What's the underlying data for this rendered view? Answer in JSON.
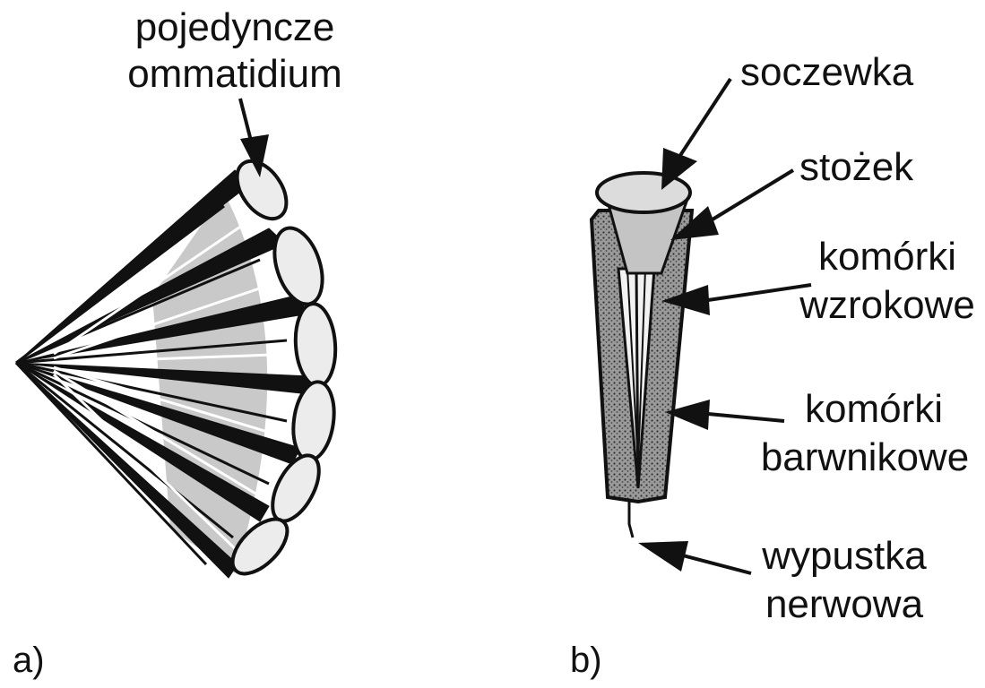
{
  "panel_a": {
    "caption": "a)",
    "label_line1": "pojedyncze",
    "label_line2": "ommatidium"
  },
  "panel_b": {
    "caption": "b)",
    "labels": {
      "lens": "soczewka",
      "cone": "stożek",
      "photoreceptors_line1": "komórki",
      "photoreceptors_line2": "wzrokowe",
      "pigment_line1": "komórki",
      "pigment_line2": "barwnikowe",
      "nerve_line1": "wypustka",
      "nerve_line2": "nerwowa"
    }
  },
  "colors": {
    "ink": "#111111",
    "lens_fill": "#e2e2e2",
    "cone_fill": "#c8c8c8",
    "pigment_fill": "#7a7a7a",
    "background": "#ffffff"
  }
}
